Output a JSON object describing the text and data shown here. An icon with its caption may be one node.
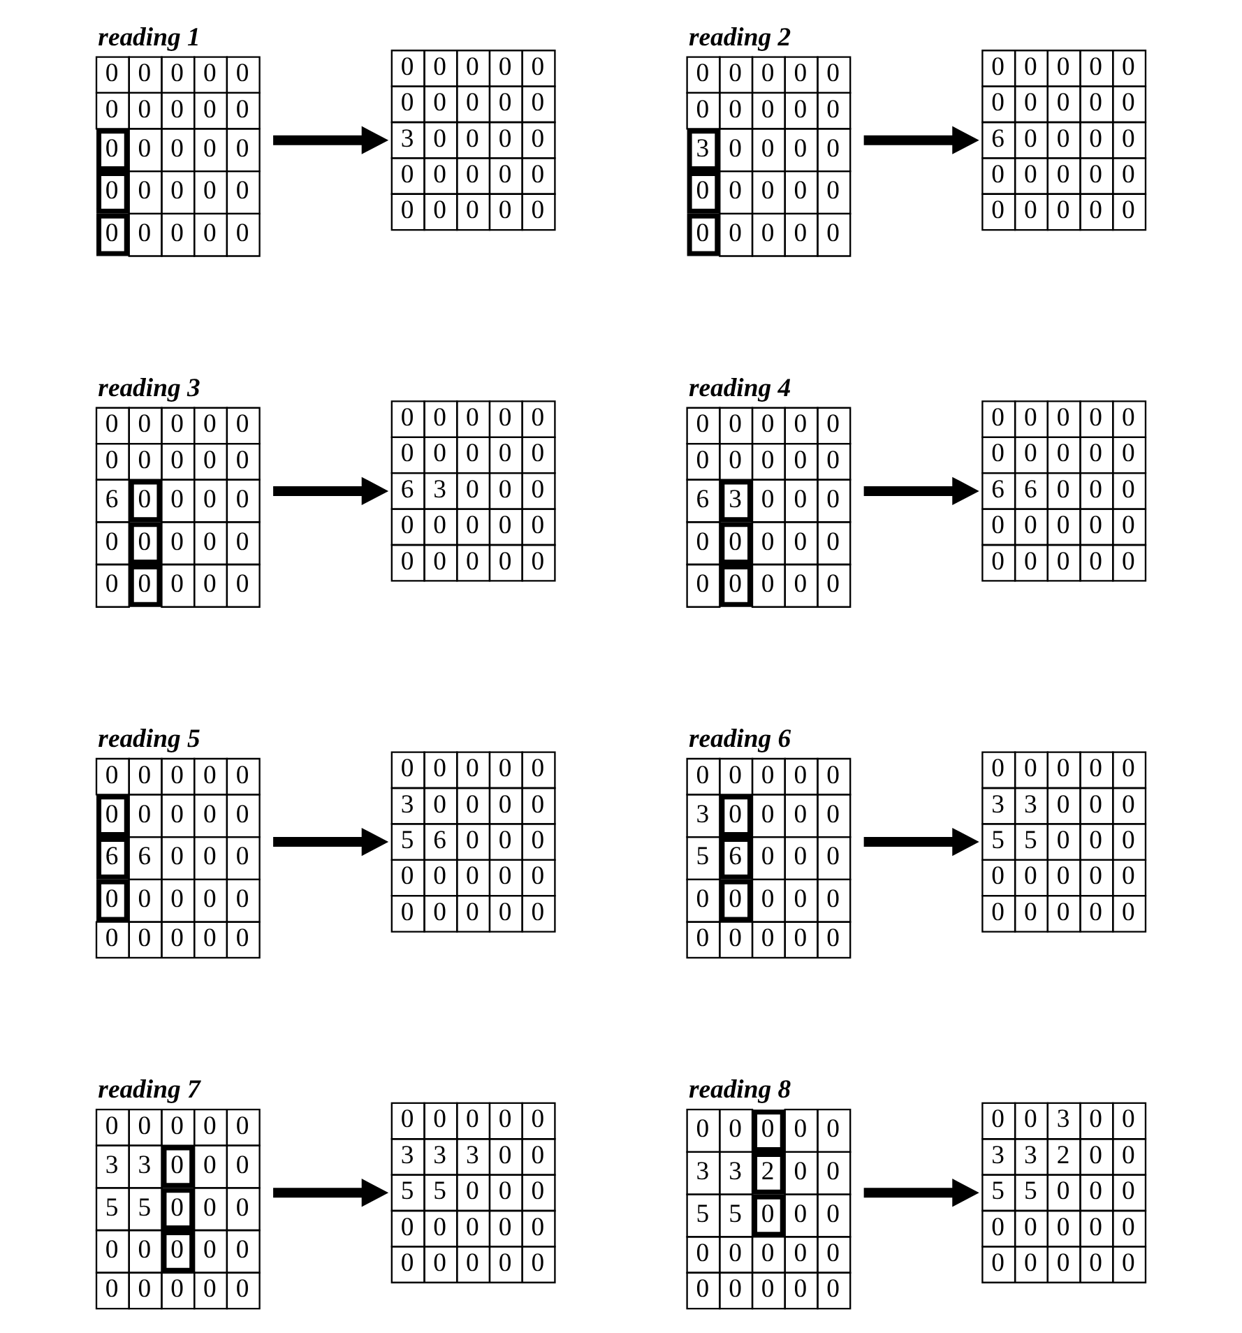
{
  "diagram": {
    "nodes": [
      {
        "text": [
          "reading 1",
          "0",
          "0",
          "0",
          "0",
          "0",
          "0",
          "0",
          "0",
          "0",
          "0",
          "0",
          "0",
          "0",
          "0",
          "0",
          "0",
          "0",
          "0",
          "0",
          "0",
          "0",
          "0",
          "0",
          "0",
          "0"
        ]
      },
      {
        "text": [
          "0",
          "0",
          "0",
          "0",
          "0",
          "0",
          "0",
          "0",
          "0",
          "0",
          "3",
          "0",
          "0",
          "0",
          "0",
          "0",
          "0",
          "0",
          "0",
          "0",
          "0",
          "0",
          "0",
          "0",
          "0"
        ]
      },
      {
        "text": [
          "reading 2",
          "0",
          "0",
          "0",
          "0",
          "0",
          "0",
          "0",
          "0",
          "0",
          "0",
          "3",
          "0",
          "0",
          "0",
          "0",
          "0",
          "0",
          "0",
          "0",
          "0",
          "0",
          "0",
          "0",
          "0",
          "0"
        ]
      },
      {
        "text": [
          "0",
          "0",
          "0",
          "0",
          "0",
          "0",
          "0",
          "0",
          "0",
          "0",
          "6",
          "0",
          "0",
          "0",
          "0",
          "0",
          "0",
          "0",
          "0",
          "0",
          "0",
          "0",
          "0",
          "0",
          "0"
        ]
      },
      {
        "text": [
          "reading 3",
          "0",
          "0",
          "0",
          "0",
          "0",
          "0",
          "0",
          "0",
          "0",
          "0",
          "6",
          "0",
          "0",
          "0",
          "0",
          "0",
          "0",
          "0",
          "0",
          "0",
          "0",
          "0",
          "0",
          "0",
          "0"
        ]
      },
      {
        "text": [
          "0",
          "0",
          "0",
          "0",
          "0",
          "0",
          "0",
          "0",
          "0",
          "0",
          "6",
          "3",
          "0",
          "0",
          "0",
          "0",
          "0",
          "0",
          "0",
          "0",
          "0",
          "0",
          "0",
          "0",
          "0"
        ]
      },
      {
        "text": [
          "reading 4",
          "0",
          "0",
          "0",
          "0",
          "0",
          "0",
          "0",
          "0",
          "0",
          "0",
          "6",
          "3",
          "0",
          "0",
          "0",
          "0",
          "0",
          "0",
          "0",
          "0",
          "0",
          "0",
          "0",
          "0",
          "0"
        ]
      },
      {
        "text": [
          "0",
          "0",
          "0",
          "0",
          "0",
          "0",
          "0",
          "0",
          "0",
          "0",
          "6",
          "6",
          "0",
          "0",
          "0",
          "0",
          "0",
          "0",
          "0",
          "0",
          "0",
          "0",
          "0",
          "0",
          "0"
        ]
      },
      {
        "text": [
          "reading 5",
          "0",
          "0",
          "0",
          "0",
          "0",
          "0",
          "0",
          "0",
          "0",
          "0",
          "6",
          "6",
          "0",
          "0",
          "0",
          "0",
          "0",
          "0",
          "0",
          "0",
          "0",
          "0",
          "0",
          "0",
          "0"
        ]
      },
      {
        "text": [
          "0",
          "0",
          "0",
          "0",
          "0",
          "3",
          "0",
          "0",
          "0",
          "0",
          "5",
          "6",
          "0",
          "0",
          "0",
          "0",
          "0",
          "0",
          "0",
          "0",
          "0",
          "0",
          "0",
          "0",
          "0"
        ]
      },
      {
        "text": [
          "reading 6",
          "0",
          "0",
          "0",
          "0",
          "0",
          "3",
          "0",
          "0",
          "0",
          "0",
          "5",
          "6",
          "0",
          "0",
          "0",
          "0",
          "0",
          "0",
          "0",
          "0",
          "0",
          "0",
          "0",
          "0",
          "0"
        ]
      },
      {
        "text": [
          "0",
          "0",
          "0",
          "0",
          "0",
          "3",
          "3",
          "0",
          "0",
          "0",
          "5",
          "5",
          "0",
          "0",
          "0",
          "0",
          "0",
          "0",
          "0",
          "0",
          "0",
          "0",
          "0",
          "0",
          "0"
        ]
      },
      {
        "text": [
          "reading 7",
          "0",
          "0",
          "0",
          "0",
          "0",
          "3",
          "3",
          "0",
          "0",
          "0",
          "5",
          "5",
          "0",
          "0",
          "0",
          "0",
          "0",
          "0",
          "0",
          "0",
          "0",
          "0",
          "0",
          "0",
          "0"
        ]
      },
      {
        "text": [
          "0",
          "0",
          "0",
          "0",
          "0",
          "3",
          "3",
          "3",
          "0",
          "0",
          "5",
          "5",
          "0",
          "0",
          "0",
          "0",
          "0",
          "0",
          "0",
          "0",
          "0",
          "0",
          "0",
          "0",
          "0"
        ]
      },
      {
        "text": [
          "reading 8",
          "0",
          "0",
          "0",
          "0",
          "0",
          "3",
          "3",
          "2",
          "0",
          "0",
          "5",
          "5",
          "0",
          "0",
          "0",
          "0",
          "0",
          "0",
          "0",
          "0",
          "0",
          "0",
          "0",
          "0",
          "0"
        ]
      },
      {
        "text": [
          "0",
          "0",
          "3",
          "0",
          "0",
          "3",
          "3",
          "2",
          "0",
          "0",
          "5",
          "5",
          "0",
          "0",
          "0",
          "0",
          "0",
          "0",
          "0",
          "0",
          "0",
          "0",
          "0",
          "0",
          "0"
        ]
      }
    ],
    "edges": [
      {
        "from": 0,
        "to": 1,
        "arrow": "to"
      },
      {
        "from": 2,
        "to": 3,
        "arrow": "to"
      },
      {
        "from": 4,
        "to": 5,
        "arrow": "to"
      },
      {
        "from": 6,
        "to": 7,
        "arrow": "to"
      },
      {
        "from": 8,
        "to": 9,
        "arrow": "to"
      },
      {
        "from": 10,
        "to": 11,
        "arrow": "to"
      },
      {
        "from": 12,
        "to": 13,
        "arrow": "to"
      },
      {
        "from": 14,
        "to": 15,
        "arrow": "to"
      }
    ]
  }
}
